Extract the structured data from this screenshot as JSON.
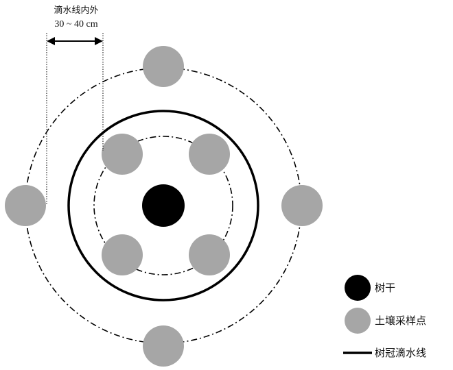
{
  "annotation": {
    "line1": "滴水线内外",
    "line2": "30 ~ 40 cm"
  },
  "legend": {
    "trunk": "树干",
    "sample": "土壤采样点",
    "dripline": "树冠滴水线"
  },
  "colors": {
    "trunk": "#000000",
    "sample": "#a6a6a6",
    "line": "#000000",
    "background": "#ffffff"
  },
  "sampling": {
    "inner_points": 4,
    "outer_points": 4
  }
}
